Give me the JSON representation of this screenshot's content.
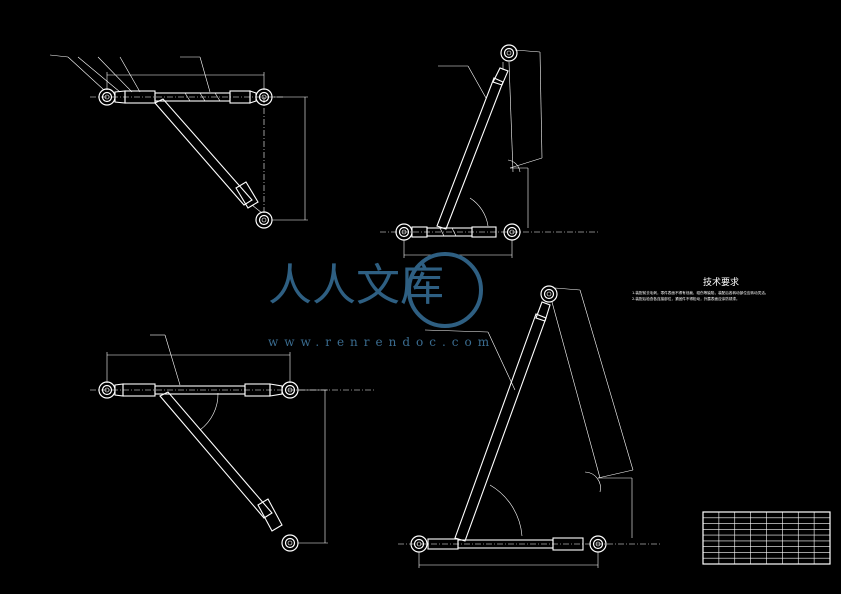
{
  "watermark": {
    "logo_text": "人人文库",
    "url_text": "www.renrendoc.com"
  },
  "technical_requirements": {
    "title": "技术要求",
    "notes": [
      "1.装配前去毛刺，零件表面不得有划痕、碰伤等缺陷，装配后各转动部位应转动灵活。",
      "2.装配后检查各连接部位，紧固件不得松动，外露表面应涂防锈漆。"
    ]
  },
  "title_block": {
    "rows": 9,
    "cols": 8
  },
  "colors": {
    "background": "#000000",
    "line": "#ffffff",
    "watermark": "#2e5f82"
  }
}
